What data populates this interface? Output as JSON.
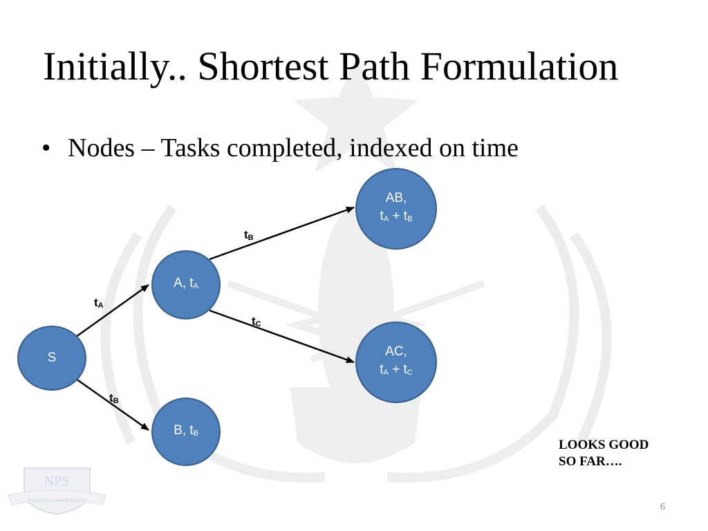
{
  "slide": {
    "title": "Initially.. Shortest Path Formulation",
    "bullet": "Nodes – Tasks completed, indexed on time",
    "note_line1": "LOOKS GOOD",
    "note_line2": "SO FAR….",
    "page_number": "6",
    "logo_text": "NPS",
    "logo_motto": "PRAESTANTIA PER SCIENTIAM"
  },
  "diagram": {
    "nodes": {
      "s": {
        "label": "S"
      },
      "a": {
        "label": "A, t",
        "sub": "A"
      },
      "b": {
        "label": "B, t",
        "sub": "B"
      },
      "ab": {
        "line1": "AB,",
        "t1": "t",
        "s1": "A",
        "plus": " + t",
        "s2": "B"
      },
      "ac": {
        "line1": "AC,",
        "t1": "t",
        "s1": "A",
        "plus": " + t",
        "s2": "C"
      }
    },
    "edges": {
      "s_a": {
        "label": "t",
        "sub": "A"
      },
      "s_b": {
        "label": "t",
        "sub": "B"
      },
      "a_ab": {
        "label": "t",
        "sub": "B"
      },
      "a_ac": {
        "label": "t",
        "sub": "C"
      }
    }
  },
  "colors": {
    "node_fill": "#4f81bd",
    "node_border": "#385d8a",
    "watermark": "#e6e6e6"
  }
}
